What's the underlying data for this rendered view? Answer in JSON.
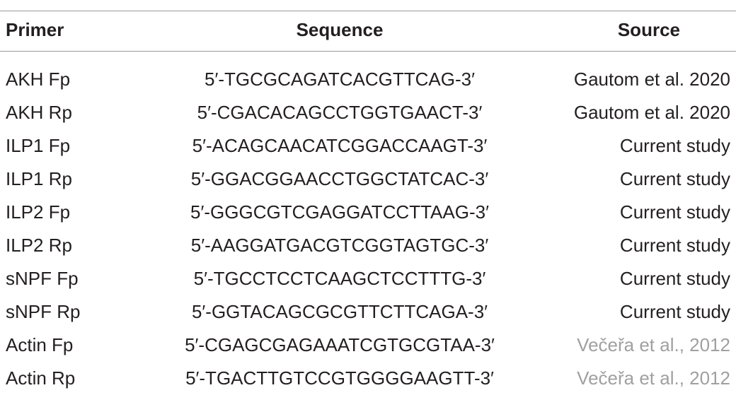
{
  "table": {
    "headers": {
      "primer": "Primer",
      "sequence": "Sequence",
      "source": "Source"
    },
    "rows": [
      {
        "primer": "AKH Fp",
        "sequence": "5′-TGCGCAGATCACGTTCAG-3′",
        "source": "Gautom et al. 2020",
        "source_style": "plain"
      },
      {
        "primer": "AKH Rp",
        "sequence": "5′-CGACACAGCCTGGTGAACT-3′",
        "source": "Gautom et al. 2020",
        "source_style": "plain"
      },
      {
        "primer": "ILP1 Fp",
        "sequence": "5′-ACAGCAACATCGGACCAAGT-3′",
        "source": "Current study",
        "source_style": "plain"
      },
      {
        "primer": "ILP1 Rp",
        "sequence": "5′-GGACGGAACCTGGCTATCAC-3′",
        "source": "Current study",
        "source_style": "plain"
      },
      {
        "primer": "ILP2 Fp",
        "sequence": "5′-GGGCGTCGAGGATCCTTAAG-3′",
        "source": "Current study",
        "source_style": "plain"
      },
      {
        "primer": "ILP2 Rp",
        "sequence": "5′-AAGGATGACGTCGGTAGTGC-3′",
        "source": "Current study",
        "source_style": "plain"
      },
      {
        "primer": "sNPF Fp",
        "sequence": "5′-TGCCTCCTCAAGCTCCTTTG-3′",
        "source": "Current study",
        "source_style": "plain"
      },
      {
        "primer": "sNPF Rp",
        "sequence": "5′-GGTACAGCGCGTTCTTCAGA-3′",
        "source": "Current study",
        "source_style": "plain"
      },
      {
        "primer": "Actin Fp",
        "sequence": "5′-CGAGCGAGAAATCGTGCGTAA-3′",
        "source": "Večeřa et al., 2012",
        "source_style": "link"
      },
      {
        "primer": "Actin Rp",
        "sequence": "5′-TGACTTGTCCGTGGGGAAGTT-3′",
        "source": "Večeřa et al., 2012",
        "source_style": "link"
      }
    ]
  },
  "colors": {
    "text": "#231f20",
    "rule": "#9a9a9a",
    "link_source": "#a0a0a0"
  }
}
